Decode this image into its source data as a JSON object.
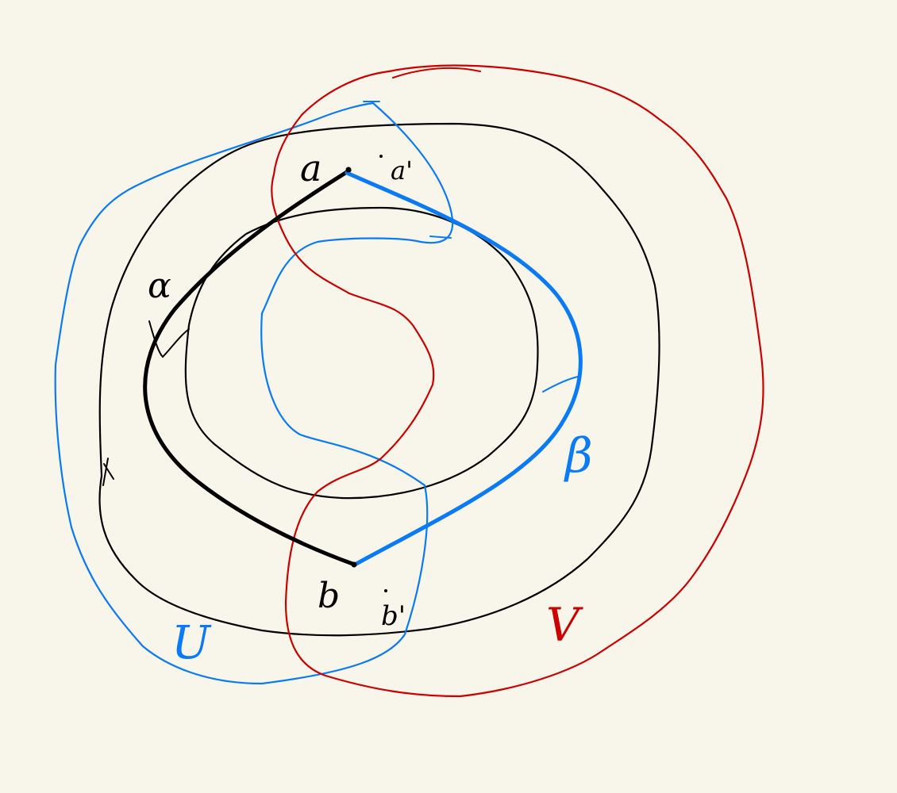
{
  "colors": {
    "background": "#F8F6EA",
    "ink": "#000000",
    "blue": "#0A7AF5",
    "red": "#CC0000"
  },
  "labels": {
    "point_a": "a",
    "point_a_prime": "a'",
    "point_b": "b",
    "point_b_prime": "b'",
    "path_alpha": "α",
    "path_beta": "β",
    "set_u": "U",
    "set_v": "V"
  }
}
